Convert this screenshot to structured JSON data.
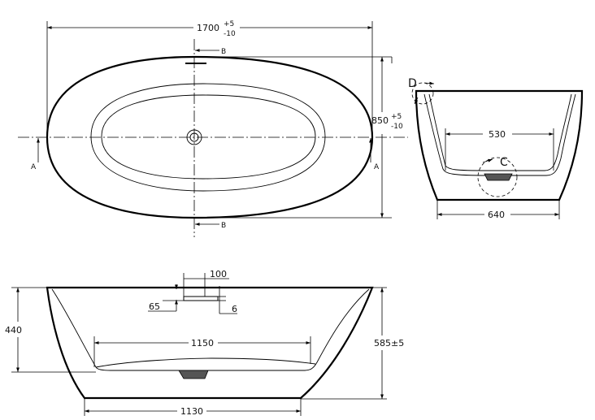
{
  "top_view": {
    "length_dim": "1700",
    "length_tol_plus": "+5",
    "length_tol_minus": "-10",
    "width_dim": "850",
    "width_tol_plus": "+5",
    "width_tol_minus": "-10",
    "section_a_left": "A",
    "section_a_right": "A",
    "section_b_top": "B",
    "section_b_bottom": "B"
  },
  "side_view": {
    "inner_width_dim": "530",
    "base_width_dim": "640",
    "detail_c": "C",
    "detail_d": "D"
  },
  "front_view": {
    "overflow_offset_dim": "100",
    "overflow_height_dim": "65",
    "overflow_size_dim": "6",
    "depth_dim": "440",
    "inner_length_dim": "1150",
    "height_dim": "585±5",
    "base_length_dim": "1130"
  }
}
